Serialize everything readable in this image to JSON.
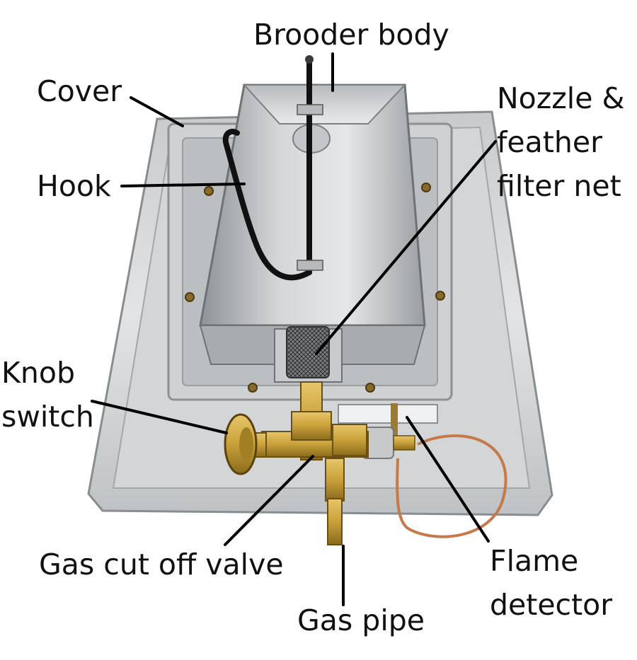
{
  "labels": {
    "brooder_body": "Brooder body",
    "cover": "Cover",
    "hook": "Hook",
    "nozzle": [
      "Nozzle &",
      "feather",
      "filter net"
    ],
    "knob_switch": [
      "Knob",
      "switch"
    ],
    "gas_cut_off_valve": "Gas cut off valve",
    "gas_pipe": "Gas pipe",
    "flame_detector": [
      "Flame",
      "detector"
    ]
  },
  "colors": {
    "background": "#ffffff",
    "text": "#111111",
    "leader_line": "#000000",
    "steel_light": "#d9dbdc",
    "steel_dark": "#9ea1a4",
    "brass": "#c9a13a",
    "copper": "#c47a4a",
    "black_rod": "#111111"
  }
}
